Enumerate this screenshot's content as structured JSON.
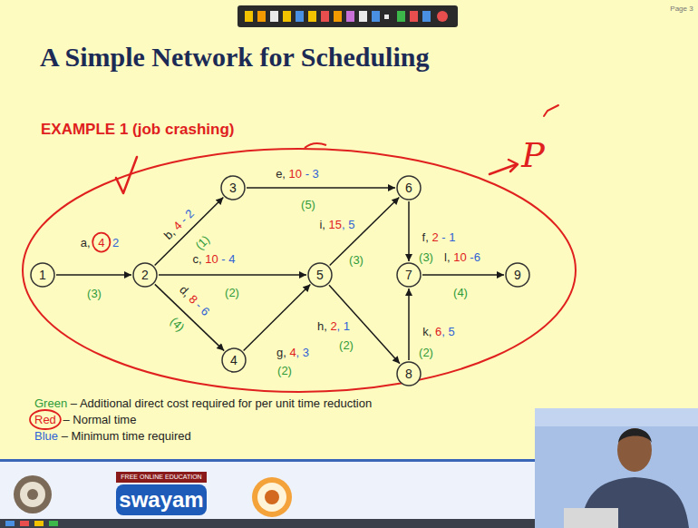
{
  "diagram": {
    "title": "A Simple Network for Scheduling",
    "nodes": [
      {
        "text": [
          "1"
        ]
      },
      {
        "text": [
          "2"
        ]
      },
      {
        "text": [
          "3"
        ]
      },
      {
        "text": [
          "4"
        ]
      },
      {
        "text": [
          "5"
        ]
      },
      {
        "text": [
          "6"
        ]
      },
      {
        "text": [
          "7"
        ]
      },
      {
        "text": [
          "8"
        ]
      },
      {
        "text": [
          "9"
        ]
      }
    ],
    "edges": [
      {
        "from": 0,
        "to": 1,
        "label": "a, 4 2",
        "arrow": "to"
      },
      {
        "from": 1,
        "to": 2,
        "label": "b, 4 - 2",
        "arrow": "to"
      },
      {
        "from": 1,
        "to": 4,
        "label": "c, 10 - 4",
        "arrow": "to"
      },
      {
        "from": 1,
        "to": 3,
        "label": "d, 8 - 6",
        "arrow": "to"
      },
      {
        "from": 2,
        "to": 5,
        "label": "e, 10 - 3",
        "arrow": "to"
      },
      {
        "from": 5,
        "to": 6,
        "label": "f, 2 - 1",
        "arrow": "to"
      },
      {
        "from": 3,
        "to": 4,
        "label": "g, 4, 3",
        "arrow": "to"
      },
      {
        "from": 4,
        "to": 7,
        "label": "h, 2, 1",
        "arrow": "to"
      },
      {
        "from": 4,
        "to": 5,
        "label": "i, 15, 5",
        "arrow": "to"
      },
      {
        "from": 7,
        "to": 6,
        "label": "k, 6, 5",
        "arrow": "to"
      },
      {
        "from": 6,
        "to": 8,
        "label": "l, 10 -6",
        "arrow": "to"
      }
    ],
    "labels": [
      "Page 3",
      "EXAMPLE 1 (job crashing)",
      "P",
      "(3)",
      "(1)",
      "(2)",
      "(4)",
      "(5)",
      "(3)",
      "(2)",
      "(2)",
      "(3)",
      "(2)",
      "(4)",
      "FREE ONLINE EDUCATION",
      "swayam"
    ],
    "legend": [
      {
        "text": "Green – Additional direct cost required for per unit time reduction",
        "color": "#2d9a3a"
      },
      {
        "text": "Red – Normal time",
        "color": "#e0201e"
      },
      {
        "text": "Blue – Minimum time required",
        "color": "#2f62d6"
      }
    ]
  }
}
